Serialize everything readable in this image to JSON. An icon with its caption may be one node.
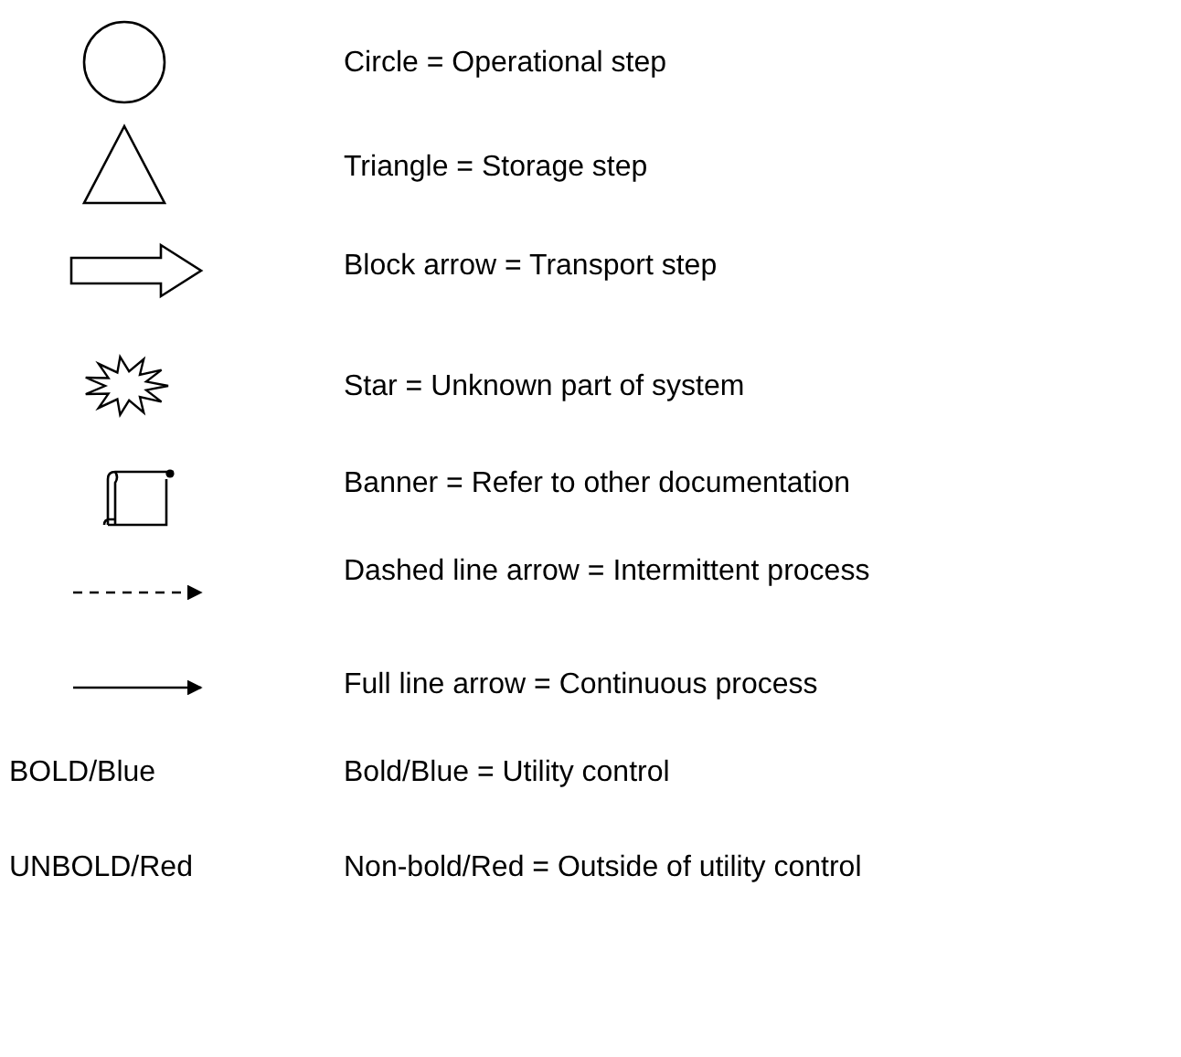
{
  "diagram": {
    "labels": [
      "BOLD/Blue",
      "UNBOLD/Red"
    ],
    "legend": [
      {
        "text": "Circle = Operational step"
      },
      {
        "text": "Triangle = Storage step"
      },
      {
        "text": "Block arrow = Transport step"
      },
      {
        "text": "Star = Unknown part of system"
      },
      {
        "text": "Banner = Refer to other documentation"
      },
      {
        "text": "Dashed line arrow = Intermittent process"
      },
      {
        "text": "Full line arrow = Continuous process"
      },
      {
        "text": "Bold/Blue = Utility control"
      },
      {
        "text": "Non-bold/Red = Outside of utility control"
      }
    ]
  }
}
